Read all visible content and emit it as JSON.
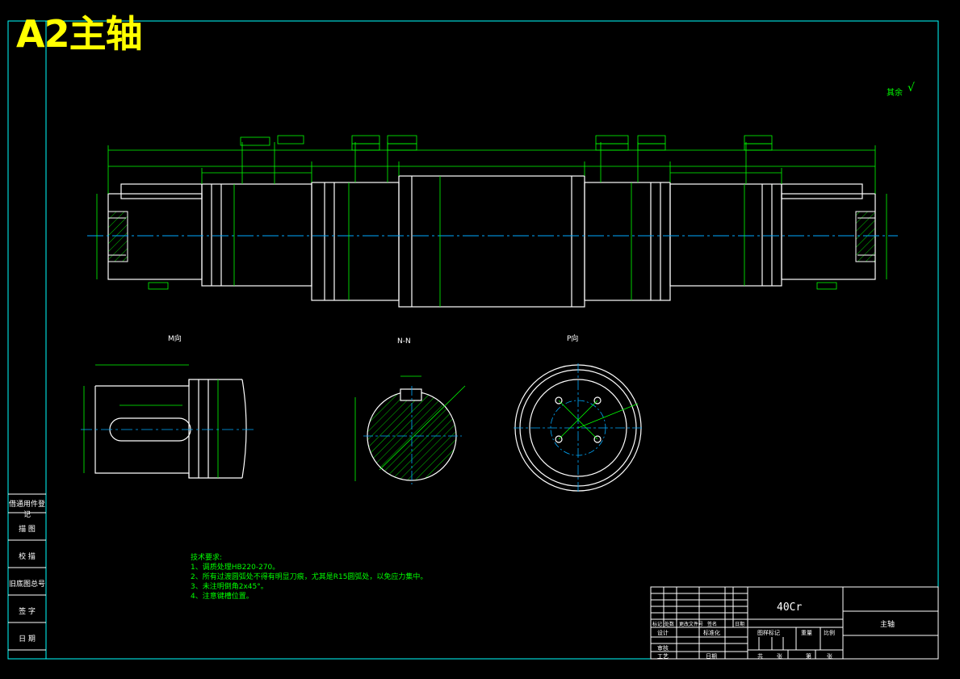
{
  "sheet": {
    "title": "A2主轴"
  },
  "surface_note": "其余",
  "views": {
    "m_view": "M向",
    "n_section": "N-N",
    "p_view": "P向"
  },
  "tech_notes": {
    "heading": "技术要求:",
    "items": [
      "1、调质处理HB220-270。",
      "2、所有过渡圆弧处不得有明显刀痕，尤其是R15圆弧处，以免应力集中。",
      "3、未注明倒角2x45°。",
      "4、注意键槽位置。"
    ]
  },
  "title_block": {
    "material": "40Cr",
    "part_name": "主轴",
    "row_labels": [
      "标记",
      "处数",
      "更改文件号",
      "签名",
      "日期"
    ],
    "design": "设计",
    "standardize": "标准化",
    "review": "审核",
    "process": "工艺",
    "date": "日期",
    "stage_mark": "图样标记",
    "weight": "重量",
    "scale": "比例",
    "sheets_total": "共",
    "sheet_unit": "张",
    "sheet_no": "第",
    "sheet_unit2": "张"
  },
  "side_table": [
    "借通用件登记",
    "描  图",
    "校  描",
    "旧底图总号",
    "签  字",
    "日  期"
  ],
  "colors": {
    "frame": "#00ffff",
    "outline": "#ffffff",
    "dimension": "#00ff00",
    "title": "#ffff00",
    "center": "#00aaff",
    "hatch": "#00cc00"
  }
}
